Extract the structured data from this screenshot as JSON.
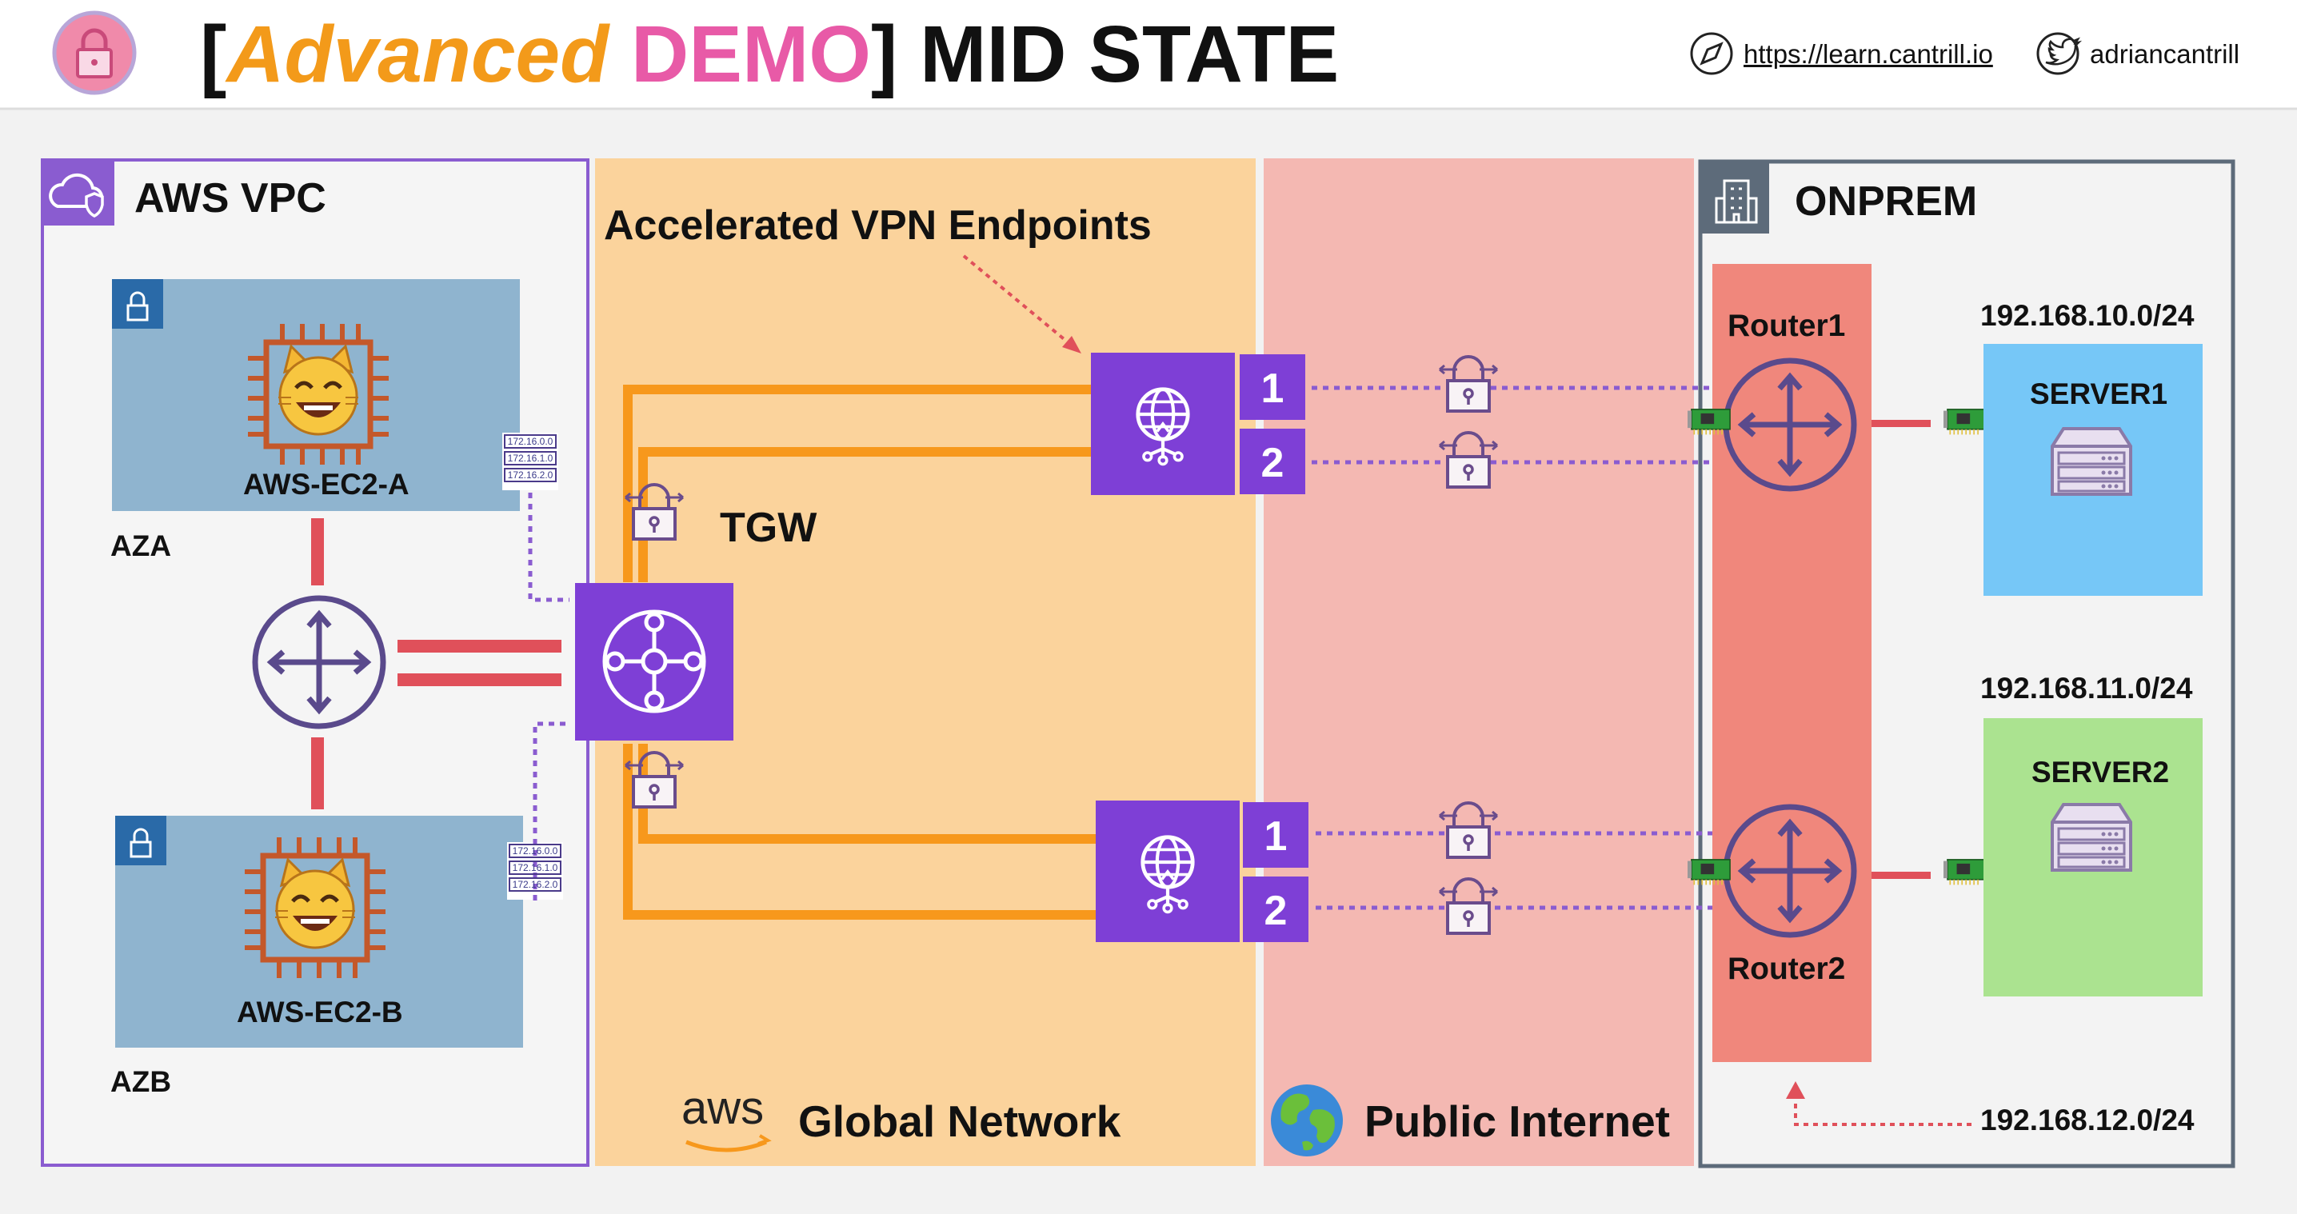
{
  "header": {
    "bracket_open": "[",
    "title_word1": "Advanced",
    "title_word2": "DEMO",
    "bracket_close": "]",
    "title_rest": "MID STATE",
    "link_text": "https://learn.cantrill.io",
    "handle_text": "adriancantrill",
    "colors": {
      "advanced": "#f39a1a",
      "demo": "#e85aa7",
      "text": "#111111"
    }
  },
  "zones": {
    "aws_vpc": "AWS VPC",
    "global_network": "Global Network",
    "aws_logo_text": "aws",
    "public_internet": "Public Internet",
    "onprem": "ONPREM"
  },
  "vpc": {
    "subnet_a_instance": "AWS-EC2-A",
    "subnet_b_instance": "AWS-EC2-B",
    "az_a": "AZA",
    "az_b": "AZB",
    "route_table_a": [
      "172.16.0.0",
      "172.16.1.0",
      "172.16.2.0"
    ],
    "route_table_b": [
      "172.16.0.0",
      "172.16.1.0",
      "172.16.2.0"
    ]
  },
  "tgw_label": "TGW",
  "accelerated_label": "Accelerated VPN Endpoints",
  "vpn": {
    "top_tunnels": [
      "1",
      "2"
    ],
    "bottom_tunnels": [
      "1",
      "2"
    ]
  },
  "onprem": {
    "router1": "Router1",
    "router2": "Router2",
    "server1": "SERVER1",
    "server2": "SERVER2",
    "net1": "192.168.10.0/24",
    "net2": "192.168.11.0/24",
    "net3": "192.168.12.0/24"
  },
  "icons": [
    "lock-badge-icon",
    "compass-icon",
    "twitter-icon",
    "vpc-cloud-icon",
    "building-icon",
    "padlock-icon",
    "ec2-chip-icon",
    "cat-face-icon",
    "router-icon",
    "transit-gateway-icon",
    "vpn-globe-icon",
    "network-card-icon",
    "server-icon",
    "earth-globe-icon",
    "aws-smile-icon"
  ]
}
